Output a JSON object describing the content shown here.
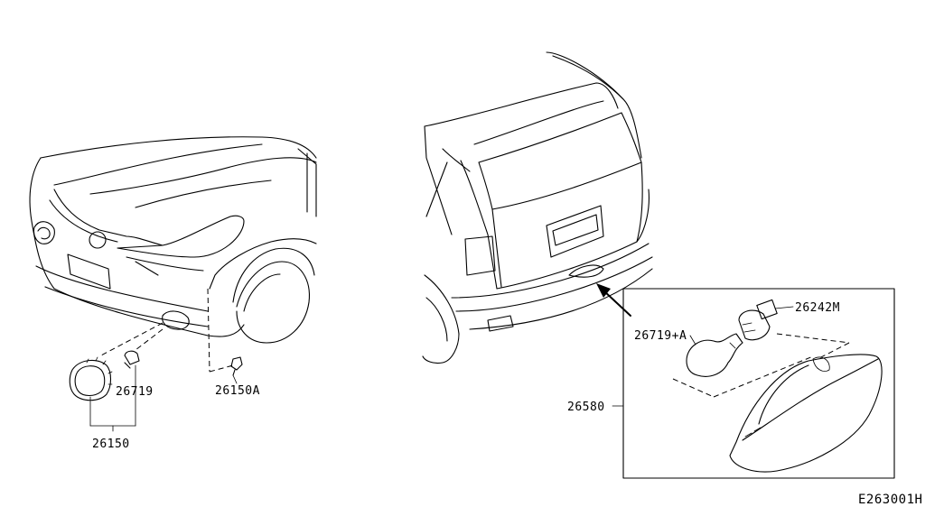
{
  "diagram": {
    "part_labels": {
      "fog_lamp_assembly": "26150",
      "fog_lamp_bulb": "26719",
      "fog_lamp_screw": "26150A",
      "rear_lamp_assembly": "26580",
      "rear_lamp_socket": "26242M",
      "rear_lamp_bulb": "26719+A"
    },
    "diagram_code": "E263001H"
  }
}
